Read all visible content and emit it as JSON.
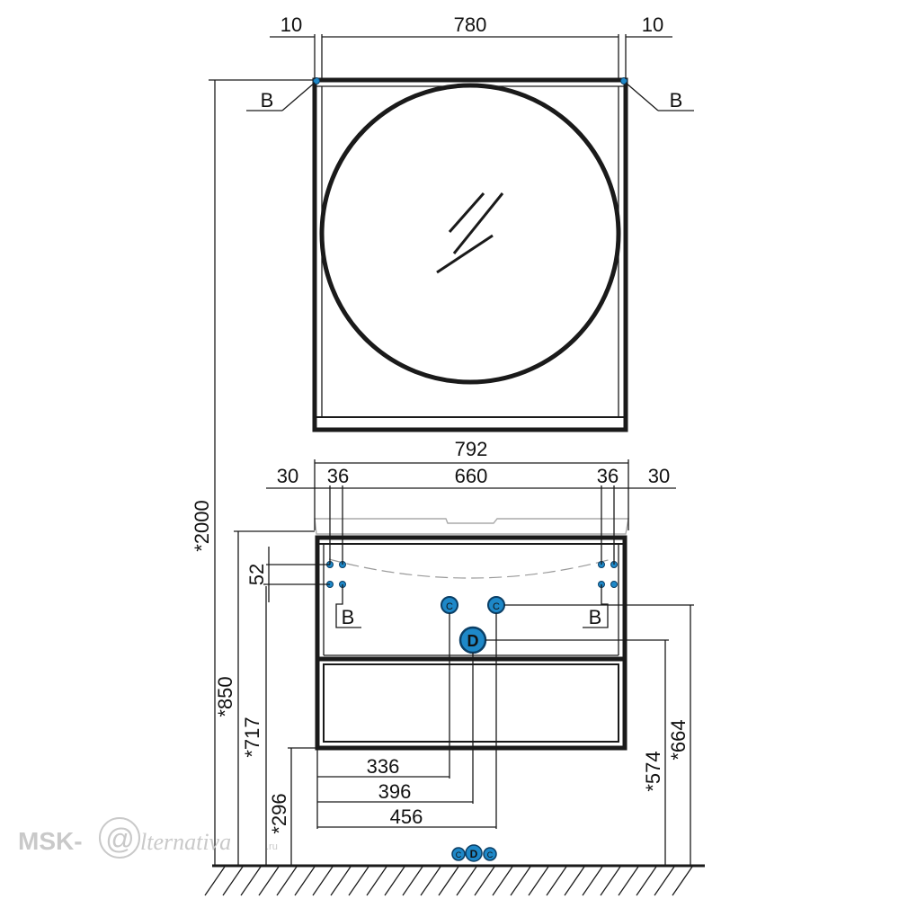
{
  "colors": {
    "line": "#1a1a1a",
    "connector": "#1e88c8",
    "connector_dark": "#0b3f66",
    "watermark": "#c9c9c9"
  },
  "labels": {
    "mount_point": "B",
    "water_inlet": "C",
    "drain": "D",
    "watermark_prefix": "MSK-",
    "watermark_at": "@",
    "watermark_suffix": "lternativa",
    "watermark_tld": ".ru"
  },
  "dimensions": {
    "mirror_side_left": "10",
    "mirror_width": "780",
    "mirror_side_right": "10",
    "cabinet_width": "792",
    "cabinet_offset_left": "30",
    "mount_left": "36",
    "mount_span": "660",
    "mount_right": "36",
    "cabinet_offset_right": "30",
    "mount_spacing": "52",
    "total_height": "*2000",
    "cabinet_top_height": "*850",
    "mount_height": "*717",
    "cabinet_bottom_height": "*296",
    "inlet_left_x": "336",
    "drain_x": "396",
    "inlet_right_x": "456",
    "drain_height": "*574",
    "inlet_height": "*664"
  }
}
